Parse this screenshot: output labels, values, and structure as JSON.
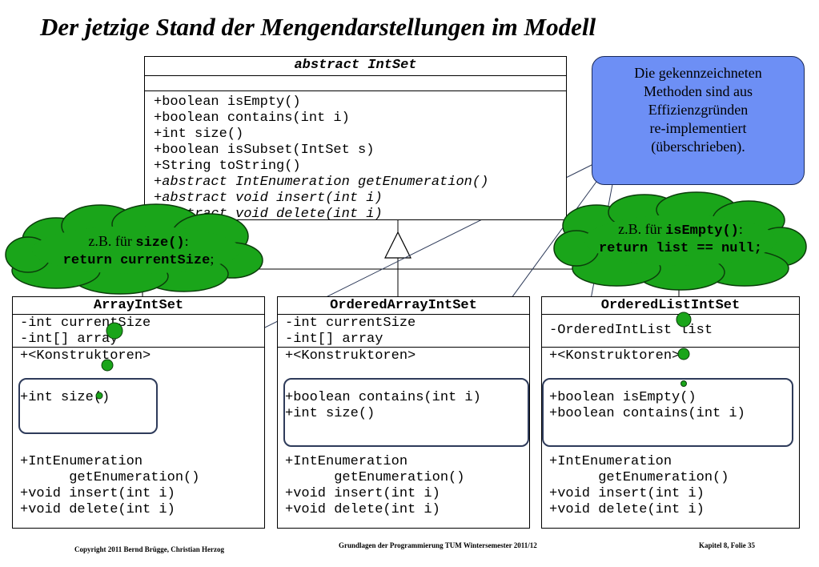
{
  "title": "Der jetzige Stand der Mengendarstellungen im Modell",
  "intset": {
    "name": "abstract IntSet",
    "methods": [
      {
        "text": "+boolean isEmpty()",
        "italic": false
      },
      {
        "text": "+boolean contains(int i)",
        "italic": false
      },
      {
        "text": "+int size()",
        "italic": false
      },
      {
        "text": "+boolean isSubset(IntSet s)",
        "italic": false
      },
      {
        "text": "+String toString()",
        "italic": false
      },
      {
        "text": "+abstract IntEnumeration getEnumeration()",
        "italic": true
      },
      {
        "text": "+abstract void insert(int i)",
        "italic": true
      },
      {
        "text": "+abstract void delete(int i)",
        "italic": true
      }
    ]
  },
  "classes": [
    {
      "name": "ArrayIntSet",
      "attributes": [
        "-int currentSize",
        "-int[] array"
      ],
      "constructors": "+<Konstruktoren>",
      "overridden": [
        "+int size()"
      ],
      "enum1": "+IntEnumeration",
      "enum2": "      getEnumeration()",
      "insert": "+void insert(int i)",
      "delete": "+void delete(int i)"
    },
    {
      "name": "OrderedArrayIntSet",
      "attributes": [
        "-int currentSize",
        "-int[] array"
      ],
      "constructors": "+<Konstruktoren>",
      "overridden": [
        "+boolean contains(int i)",
        "+int size()"
      ],
      "enum1": "+IntEnumeration",
      "enum2": "      getEnumeration()",
      "insert": "+void insert(int i)",
      "delete": "+void delete(int i)"
    },
    {
      "name": "OrderedListIntSet",
      "attributes": [
        "-OrderedIntList list"
      ],
      "constructors": "+<Konstruktoren>",
      "overridden": [
        "+boolean isEmpty()",
        "+boolean contains(int i)"
      ],
      "enum1": "+IntEnumeration",
      "enum2": "      getEnumeration()",
      "insert": "+void insert(int i)",
      "delete": "+void delete(int i)"
    }
  ],
  "callout": {
    "lines": [
      "Die gekennzeichneten",
      "Methoden sind aus",
      "Effizienzgründen",
      "re-implementiert",
      "(überschrieben)."
    ]
  },
  "cloud_left": {
    "prefix": "z.B. für ",
    "code1": "size()",
    "suffix": ":",
    "code2": "return currentSize",
    "end": ";"
  },
  "cloud_right": {
    "prefix": "z.B. für ",
    "code1": "isEmpty()",
    "suffix": ":",
    "code2": "return list == null;"
  },
  "footer": {
    "left": "Copyright  2011 Bernd Brügge, Christian Herzog",
    "center": "Grundlagen der Programmierung  TUM Wintersemester 2011/12",
    "right": "Kapitel 8, Folie 35"
  },
  "colors": {
    "callout": "#6d8ff5",
    "cloud": "#1aa51a",
    "rounded_box": "#2e3b5a"
  }
}
